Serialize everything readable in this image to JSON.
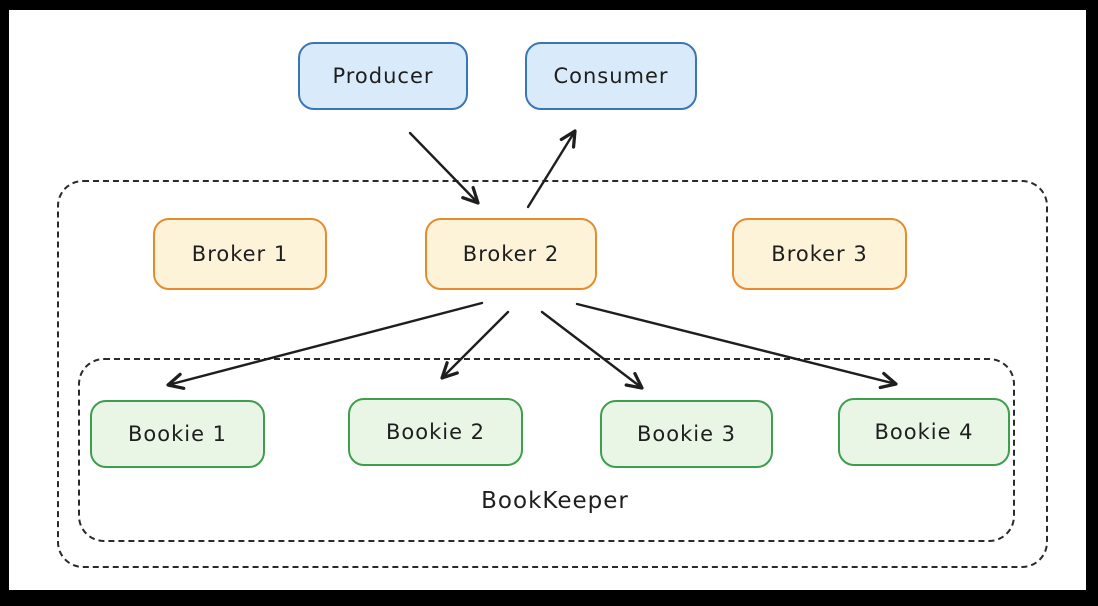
{
  "diagram": {
    "nodes": {
      "producer": {
        "label": "Producer",
        "role": "client",
        "fill": "#d9ebfa",
        "border": "#3a76b5"
      },
      "consumer": {
        "label": "Consumer",
        "role": "client",
        "fill": "#d9ebfa",
        "border": "#3a76b5"
      },
      "broker1": {
        "label": "Broker 1",
        "role": "broker",
        "fill": "#fcf3d9",
        "border": "#e78b2d"
      },
      "broker2": {
        "label": "Broker 2",
        "role": "broker",
        "fill": "#fcf3d9",
        "border": "#e78b2d"
      },
      "broker3": {
        "label": "Broker 3",
        "role": "broker",
        "fill": "#fcf3d9",
        "border": "#e78b2d"
      },
      "bookie1": {
        "label": "Bookie 1",
        "role": "bookie",
        "fill": "#e9f5e5",
        "border": "#3f9e4d"
      },
      "bookie2": {
        "label": "Bookie 2",
        "role": "bookie",
        "fill": "#e9f5e5",
        "border": "#3f9e4d"
      },
      "bookie3": {
        "label": "Bookie 3",
        "role": "bookie",
        "fill": "#e9f5e5",
        "border": "#3f9e4d"
      },
      "bookie4": {
        "label": "Bookie 4",
        "role": "bookie",
        "fill": "#e9f5e5",
        "border": "#3f9e4d"
      }
    },
    "groups": {
      "bookkeeper": {
        "label": "BookKeeper",
        "border_style": "dashed"
      },
      "outer": {
        "label": "",
        "border_style": "dashed"
      }
    },
    "edges": [
      {
        "from": "Producer",
        "to": "Broker 2"
      },
      {
        "from": "Broker 2",
        "to": "Consumer"
      },
      {
        "from": "Broker 2",
        "to": "Bookie 1"
      },
      {
        "from": "Broker 2",
        "to": "Bookie 2"
      },
      {
        "from": "Broker 2",
        "to": "Bookie 3"
      },
      {
        "from": "Broker 2",
        "to": "Bookie 4"
      }
    ],
    "colors": {
      "edge": "#1e1e1e",
      "text": "#1e1e1e",
      "group_border": "#2a2a2a",
      "canvas_background": "#ffffff",
      "frame_background": "#000000"
    }
  }
}
